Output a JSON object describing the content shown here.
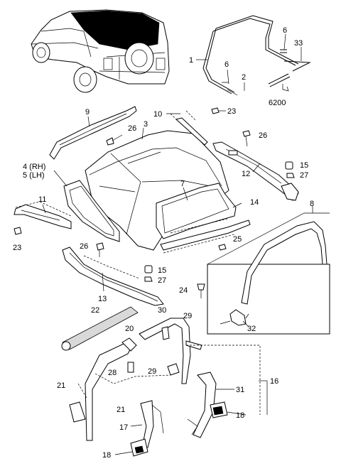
{
  "callouts": {
    "c1": "1",
    "c2": "2",
    "c3": "3",
    "c4": "4 (RH)",
    "c5": "5 (LH)",
    "c6a": "6",
    "c6b": "6",
    "c7": "7",
    "c8": "8",
    "c9": "9",
    "c10": "10",
    "c11": "11",
    "c12": "12",
    "c13": "13",
    "c14": "14",
    "c15a": "15",
    "c15b": "15",
    "c16": "16",
    "c17": "17",
    "c18a": "18",
    "c18b": "18",
    "c20": "20",
    "c21a": "21",
    "c21b": "21",
    "c22": "22",
    "c23a": "23",
    "c23b": "23",
    "c24": "24",
    "c25": "25",
    "c26a": "26",
    "c26b": "26",
    "c26c": "26",
    "c27a": "27",
    "c27b": "27",
    "c28": "28",
    "c29a": "29",
    "c29b": "29",
    "c30": "30",
    "c31": "31",
    "c32": "32",
    "c33": "33",
    "c6200": "6200"
  }
}
